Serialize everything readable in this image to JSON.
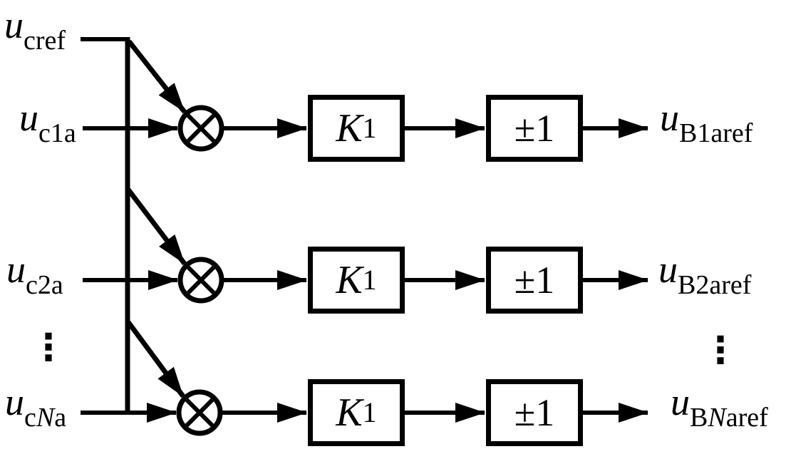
{
  "colors": {
    "ink": "#000000",
    "background": "#ffffff"
  },
  "shared_input": {
    "base": "u",
    "sub_pre": "cref",
    "sub_it": "",
    "sub_post": ""
  },
  "ellipsis": {
    "left": "⋮",
    "right": "⋮"
  },
  "rows": [
    {
      "input": {
        "base": "u",
        "sub_pre": "c1a",
        "sub_it": "",
        "sub_post": ""
      },
      "gain": {
        "base": "K",
        "sub": "1"
      },
      "polarity": "±1",
      "output": {
        "base": "u",
        "sub_pre": "B1aref",
        "sub_it": "",
        "sub_post": ""
      }
    },
    {
      "input": {
        "base": "u",
        "sub_pre": "c2a",
        "sub_it": "",
        "sub_post": ""
      },
      "gain": {
        "base": "K",
        "sub": "1"
      },
      "polarity": "±1",
      "output": {
        "base": "u",
        "sub_pre": "B2aref",
        "sub_it": "",
        "sub_post": ""
      }
    },
    {
      "input": {
        "base": "u",
        "sub_pre": "c",
        "sub_it": "N",
        "sub_post": "a"
      },
      "gain": {
        "base": "K",
        "sub": "1"
      },
      "polarity": "±1",
      "output": {
        "base": "u",
        "sub_pre": "B",
        "sub_it": "N",
        "sub_post": "aref"
      }
    }
  ]
}
